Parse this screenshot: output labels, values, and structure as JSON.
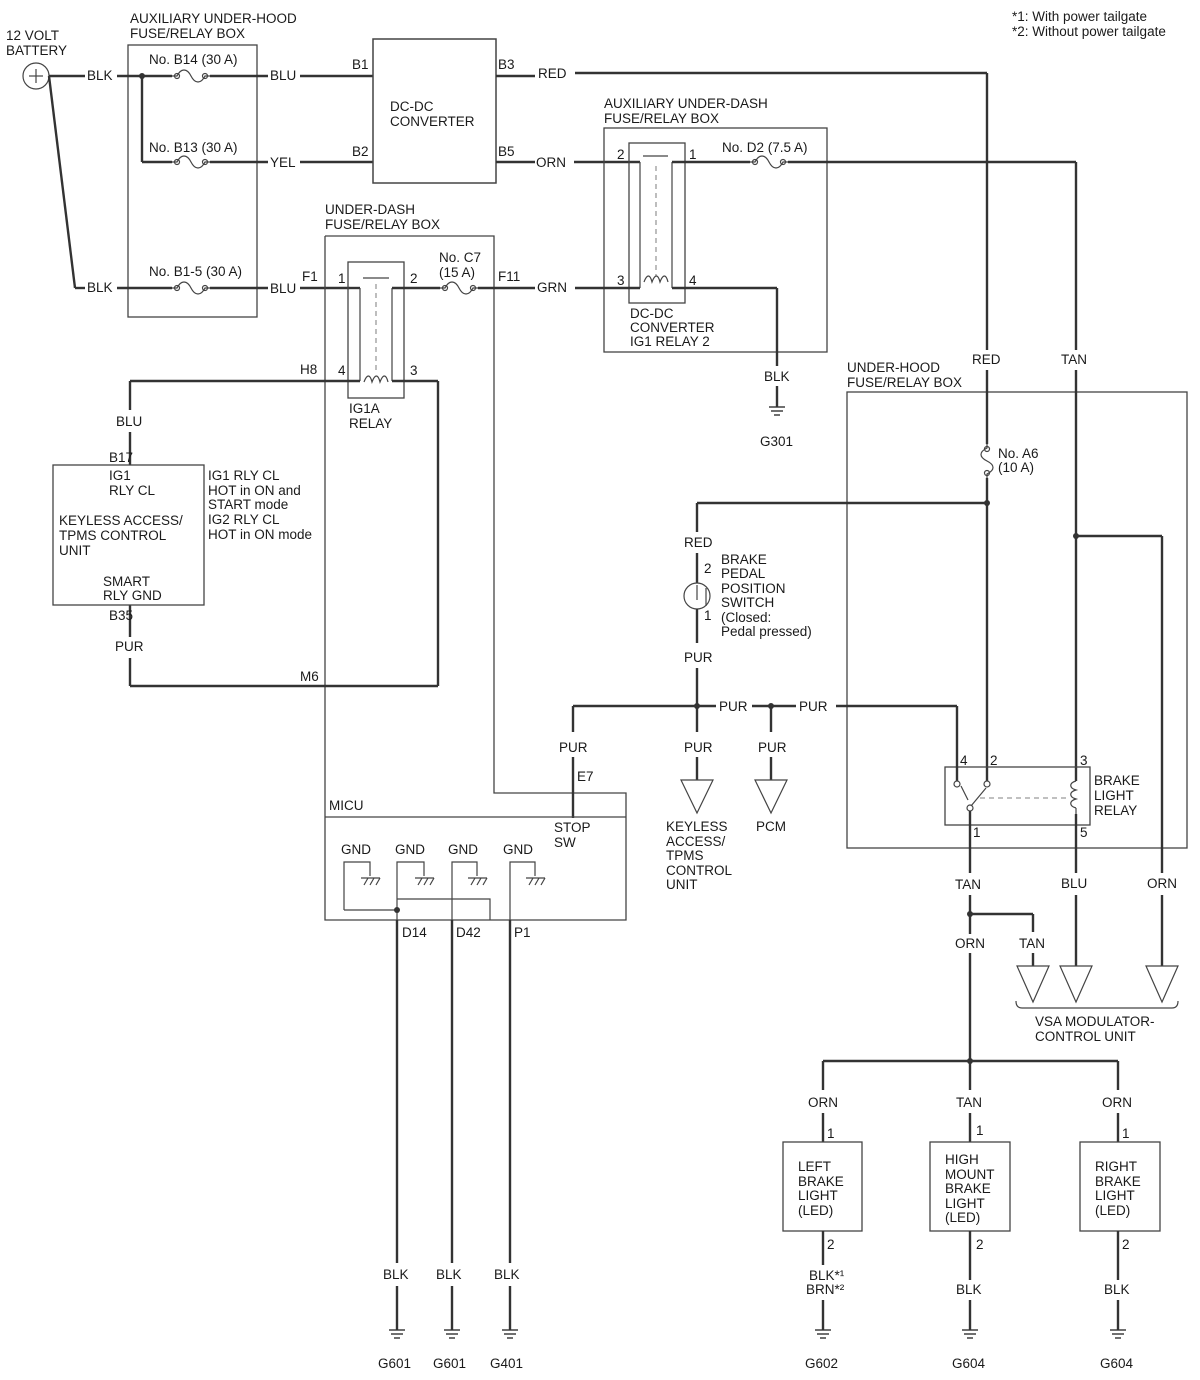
{
  "notes": [
    "*1: With power tailgate",
    "*2: Without power tailgate"
  ],
  "battery": {
    "line1": "12 VOLT",
    "line2": "BATTERY"
  },
  "boxes": {
    "aux_underhood": [
      "AUXILIARY UNDER-HOOD",
      "FUSE/RELAY BOX"
    ],
    "aux_underdash": [
      "AUXILIARY UNDER-DASH",
      "FUSE/RELAY BOX"
    ],
    "underdash": [
      "UNDER-DASH",
      "FUSE/RELAY BOX"
    ],
    "underhood": [
      "UNDER-HOOD",
      "FUSE/RELAY BOX"
    ],
    "dcdc": [
      "DC-DC",
      "CONVERTER"
    ],
    "micu": "MICU",
    "keyless": {
      "pin_top": "B17",
      "lines": [
        "IG1",
        "RLY CL",
        "KEYLESS ACCESS/",
        "TPMS CONTROL",
        "UNIT",
        "SMART",
        "RLY GND"
      ],
      "pin_bottom": "B35",
      "notes": [
        "IG1 RLY CL",
        "HOT in ON and",
        "START mode",
        "IG2 RLY CL",
        "HOT in ON mode"
      ]
    }
  },
  "fuses": {
    "b14": "No. B14 (30 A)",
    "b13": "No. B13 (30 A)",
    "b15": "No. B1-5 (30 A)",
    "c7": [
      "No. C7",
      "(15 A)"
    ],
    "d2": "No. D2 (7.5 A)",
    "a6": [
      "No. A6",
      "(10 A)"
    ]
  },
  "relays": {
    "ig1a": [
      "IG1A",
      "RELAY"
    ],
    "dcdc_ig1": [
      "DC-DC",
      "CONVERTER",
      "IG1 RELAY 2"
    ],
    "brake": [
      "BRAKE",
      "LIGHT",
      "RELAY"
    ]
  },
  "switch": [
    "BRAKE",
    "PEDAL",
    "POSITION",
    "SWITCH",
    "(Closed:",
    "Pedal pressed)"
  ],
  "micu_labels": {
    "gnd": "GND",
    "stop": [
      "STOP",
      "SW"
    ],
    "pins": [
      "D14",
      "D42",
      "P1"
    ],
    "e7": "E7"
  },
  "terminals": {
    "keyless": [
      "KEYLESS",
      "ACCESS/",
      "TPMS",
      "CONTROL",
      "UNIT"
    ],
    "pcm": "PCM",
    "vsa": [
      "VSA MODULATOR-",
      "CONTROL UNIT"
    ]
  },
  "lights": {
    "left": [
      "LEFT",
      "BRAKE",
      "LIGHT",
      "(LED)"
    ],
    "high": [
      "HIGH",
      "MOUNT",
      "BRAKE",
      "LIGHT",
      "(LED)"
    ],
    "right": [
      "RIGHT",
      "BRAKE",
      "LIGHT",
      "(LED)"
    ]
  },
  "grounds": [
    "G301",
    "G601",
    "G601",
    "G401",
    "G602",
    "G604",
    "G604"
  ],
  "labels": [
    {
      "t": "BLK"
    },
    {
      "t": "BLU"
    },
    {
      "t": "B1"
    },
    {
      "t": "B3"
    },
    {
      "t": "RED"
    },
    {
      "t": "YEL"
    },
    {
      "t": "B2"
    },
    {
      "t": "B5"
    },
    {
      "t": "ORN"
    },
    {
      "t": "BLK"
    },
    {
      "t": "F1"
    },
    {
      "t": "BLU"
    },
    {
      "t": "F11"
    },
    {
      "t": "GRN"
    },
    {
      "t": "1"
    },
    {
      "t": "2"
    },
    {
      "t": "4"
    },
    {
      "t": "3"
    },
    {
      "t": "H8"
    },
    {
      "t": "BLU"
    },
    {
      "t": "PUR"
    },
    {
      "t": "M6"
    },
    {
      "t": "2"
    },
    {
      "t": "1"
    },
    {
      "t": "3"
    },
    {
      "t": "4"
    },
    {
      "t": "BLK"
    },
    {
      "t": "RED"
    },
    {
      "t": "TAN"
    },
    {
      "t": "RED"
    },
    {
      "t": "2"
    },
    {
      "t": "1"
    },
    {
      "t": "PUR"
    },
    {
      "t": "PUR"
    },
    {
      "t": "PUR"
    },
    {
      "t": "PUR"
    },
    {
      "t": "PUR"
    },
    {
      "t": "PUR"
    },
    {
      "t": "4"
    },
    {
      "t": "2"
    },
    {
      "t": "3"
    },
    {
      "t": "1"
    },
    {
      "t": "5"
    },
    {
      "t": "TAN"
    },
    {
      "t": "BLU"
    },
    {
      "t": "ORN"
    },
    {
      "t": "ORN"
    },
    {
      "t": "TAN"
    },
    {
      "t": "ORN"
    },
    {
      "t": "TAN"
    },
    {
      "t": "ORN"
    },
    {
      "t": "1"
    },
    {
      "t": "2"
    },
    {
      "t": "1"
    },
    {
      "t": "2"
    },
    {
      "t": "1"
    },
    {
      "t": "2"
    },
    {
      "t": "BLK"
    },
    {
      "t": "BLK"
    },
    {
      "t": "BLK"
    },
    {
      "t": "BLK*¹"
    },
    {
      "t": "BRN*²"
    },
    {
      "t": "BLK"
    },
    {
      "t": "BLK"
    }
  ]
}
